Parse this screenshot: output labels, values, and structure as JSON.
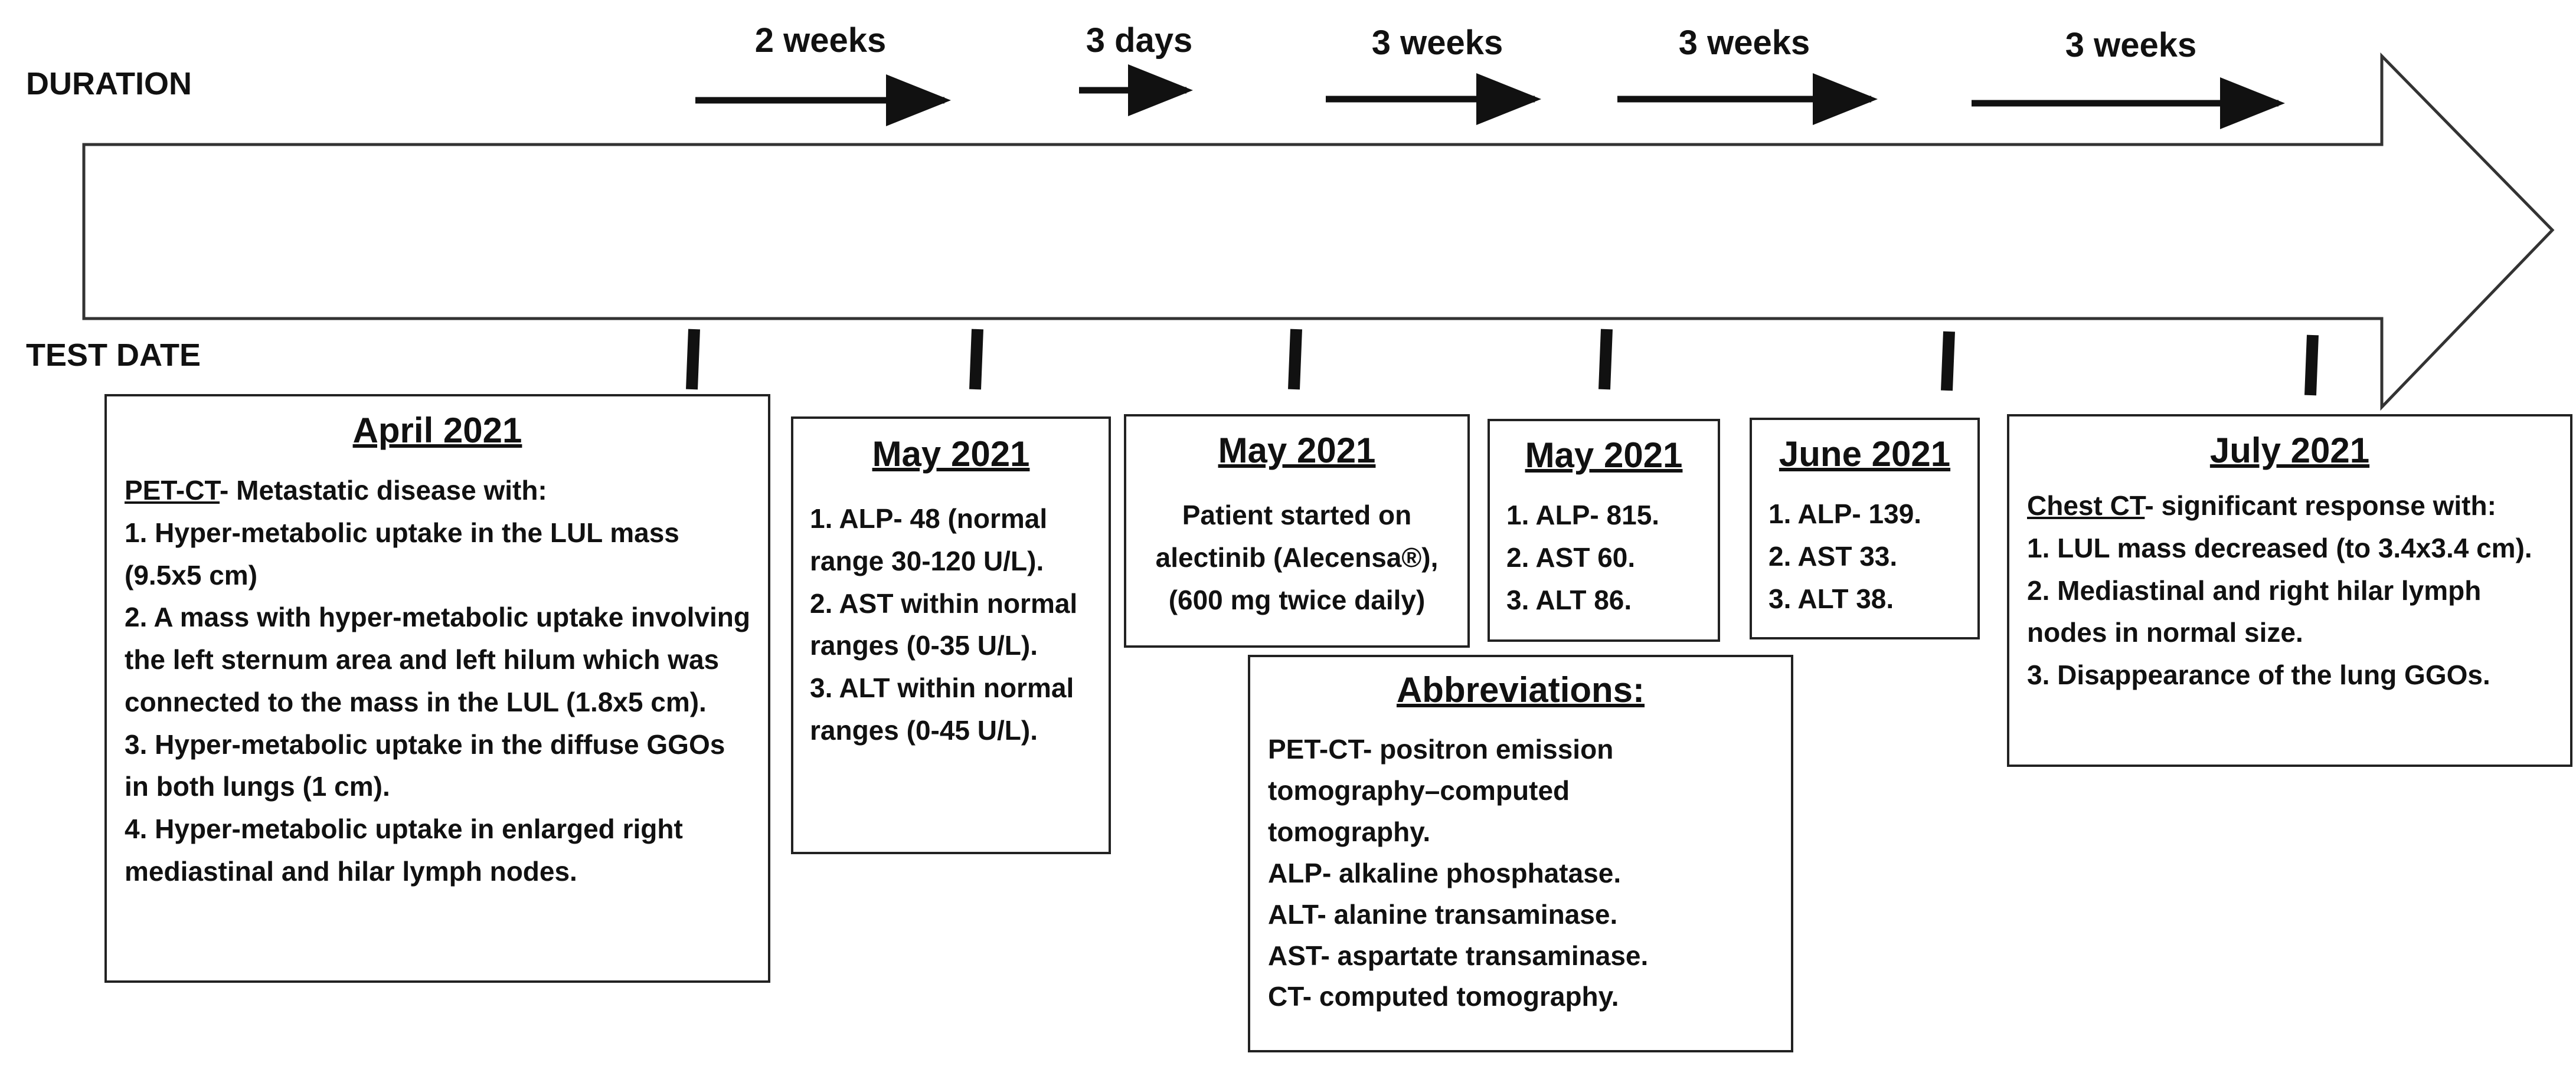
{
  "labels": {
    "duration": "DURATION",
    "test_date": "TEST DATE"
  },
  "durations": [
    "2 weeks",
    "3 days",
    "3 weeks",
    "3 weeks",
    "3 weeks"
  ],
  "boxes": {
    "april": {
      "date": "April 2021",
      "lead_term": "PET-CT",
      "lead_text": "- Metastatic disease with:",
      "items": [
        "1. Hyper-metabolic uptake in the LUL mass (9.5x5 cm)",
        "2. A mass with hyper-metabolic uptake involving the left sternum area and left hilum which was connected to the mass in the LUL (1.8x5 cm).",
        "3. Hyper-metabolic uptake in the diffuse GGOs in both lungs (1 cm).",
        "4. Hyper-metabolic uptake in enlarged right mediastinal and hilar lymph nodes."
      ]
    },
    "may1": {
      "date": "May 2021",
      "items": [
        "1. ALP- 48 (normal range 30-120 U/L).",
        "2. AST within normal ranges (0-35 U/L).",
        "3. ALT within normal ranges (0-45 U/L)."
      ]
    },
    "may2": {
      "date": "May 2021",
      "text": "Patient started on alectinib (Alecensa®), (600 mg twice daily)"
    },
    "may3": {
      "date": "May 2021",
      "items": [
        "1. ALP- 815.",
        "2. AST 60.",
        "3. ALT 86."
      ]
    },
    "june": {
      "date": "June 2021",
      "items": [
        "1. ALP- 139.",
        "2. AST 33.",
        "3. ALT 38."
      ]
    },
    "july": {
      "date": "July 2021",
      "lead_term": "Chest CT",
      "lead_text": "- significant response with:",
      "items": [
        "1. LUL mass decreased (to 3.4x3.4 cm).",
        "2. Mediastinal and right hilar lymph nodes in normal size.",
        "3. Disappearance of the lung GGOs."
      ]
    },
    "abbreviations": {
      "title": "Abbreviations:",
      "items": [
        "PET-CT- positron emission tomography–computed tomography.",
        "ALP- alkaline phosphatase.",
        "ALT- alanine transaminase.",
        "AST- aspartate transaminase.",
        "CT- computed tomography."
      ]
    }
  }
}
